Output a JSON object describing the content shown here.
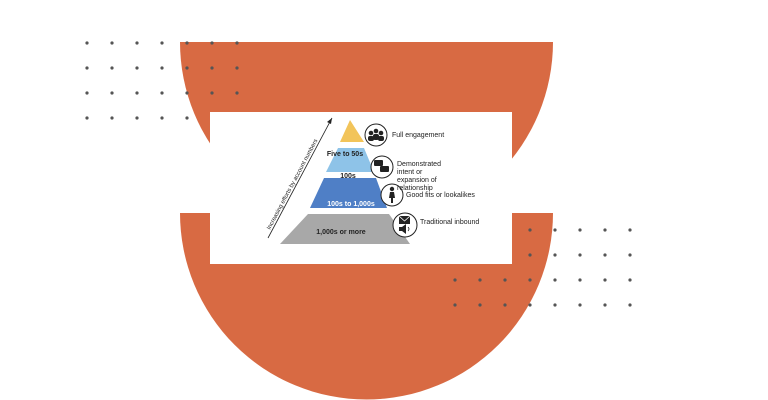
{
  "colors": {
    "accent_orange": "#d86a43",
    "dot_color": "#555555",
    "tier_top": "#f2c45a",
    "tier_2": "#8ec3e8",
    "tier_3": "#4f7fc6",
    "tier_4": "#a8a8a8"
  },
  "pyramid": {
    "axis_label": "Increasing efforts by account numbers",
    "tiers": [
      {
        "label": "Five to 50s",
        "description": "Full engagement",
        "icon": "people-group-icon"
      },
      {
        "label": "100s",
        "description": "Demonstrated intent or expansion of relationship",
        "icon": "chat-bubbles-icon"
      },
      {
        "label": "100s to 1,000s",
        "description": "Good fits or lookalikes",
        "icon": "person-fit-icon"
      },
      {
        "label": "1,000s or more",
        "description": "Traditional inbound",
        "icon": "mail-megaphone-icon"
      }
    ]
  }
}
